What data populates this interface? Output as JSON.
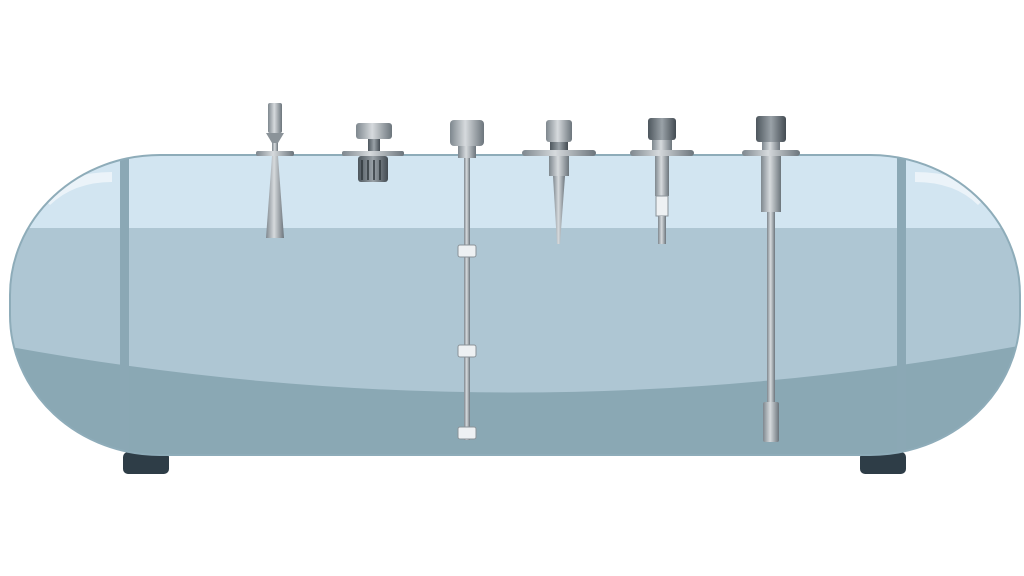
{
  "colors": {
    "background": "#ffffff",
    "vapor": "#d2e5f1",
    "liquid": "#aec6d3",
    "liquid_bottom": "#8aa8b4",
    "tank_edge": "#8eacb9",
    "bands": "#8ba8b5",
    "feet": "#2e3d47",
    "metal_light": "#c9cdd1",
    "metal_mid": "#8b9399",
    "metal_dark": "#525b62"
  },
  "instruments": [
    {
      "name": "horn-antenna-radar-level-sensor"
    },
    {
      "name": "vibrating-fork-level-switch"
    },
    {
      "name": "magnetostrictive-float-level-transmitter"
    },
    {
      "name": "rf-admittance-level-probe"
    },
    {
      "name": "capacitance-level-probe"
    },
    {
      "name": "guided-wave-radar-rod-probe"
    }
  ]
}
